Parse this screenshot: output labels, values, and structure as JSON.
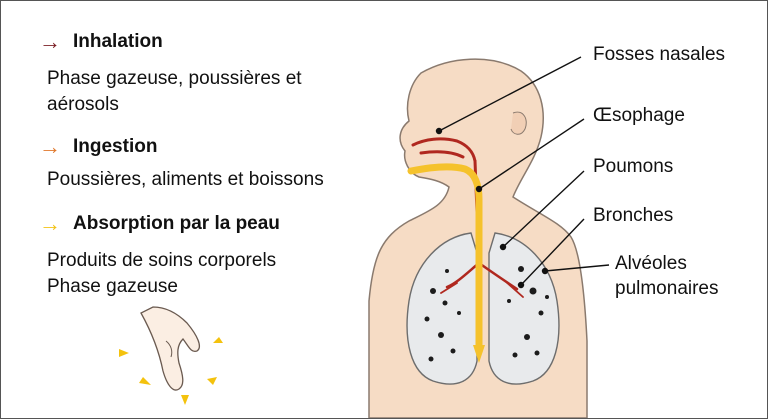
{
  "routes": [
    {
      "title": "Inhalation",
      "arrow_color": "#7b1e24",
      "lines": [
        "Phase gazeuse, poussières et",
        "aérosols"
      ]
    },
    {
      "title": "Ingestion",
      "arrow_color": "#e0782c",
      "lines": [
        "Poussières, aliments et boissons"
      ]
    },
    {
      "title": "Absorption par la peau",
      "arrow_color": "#f2c318",
      "lines": [
        "Produits de soins corporels",
        "Phase gazeuse"
      ]
    }
  ],
  "anatomy_labels": {
    "nasal": "Fosses nasales",
    "esophagus": "Œsophage",
    "lungs": "Poumons",
    "bronchi": "Bronches",
    "alveoli_1": "Alvéoles",
    "alveoli_2": "pulmonaires"
  },
  "colors": {
    "skin": "#f6dcc5",
    "skin_outline": "#8a7a6e",
    "airway_red": "#b0281f",
    "ingestion_yellow": "#f5c22c",
    "hand_arrows": "#f4c20d"
  }
}
